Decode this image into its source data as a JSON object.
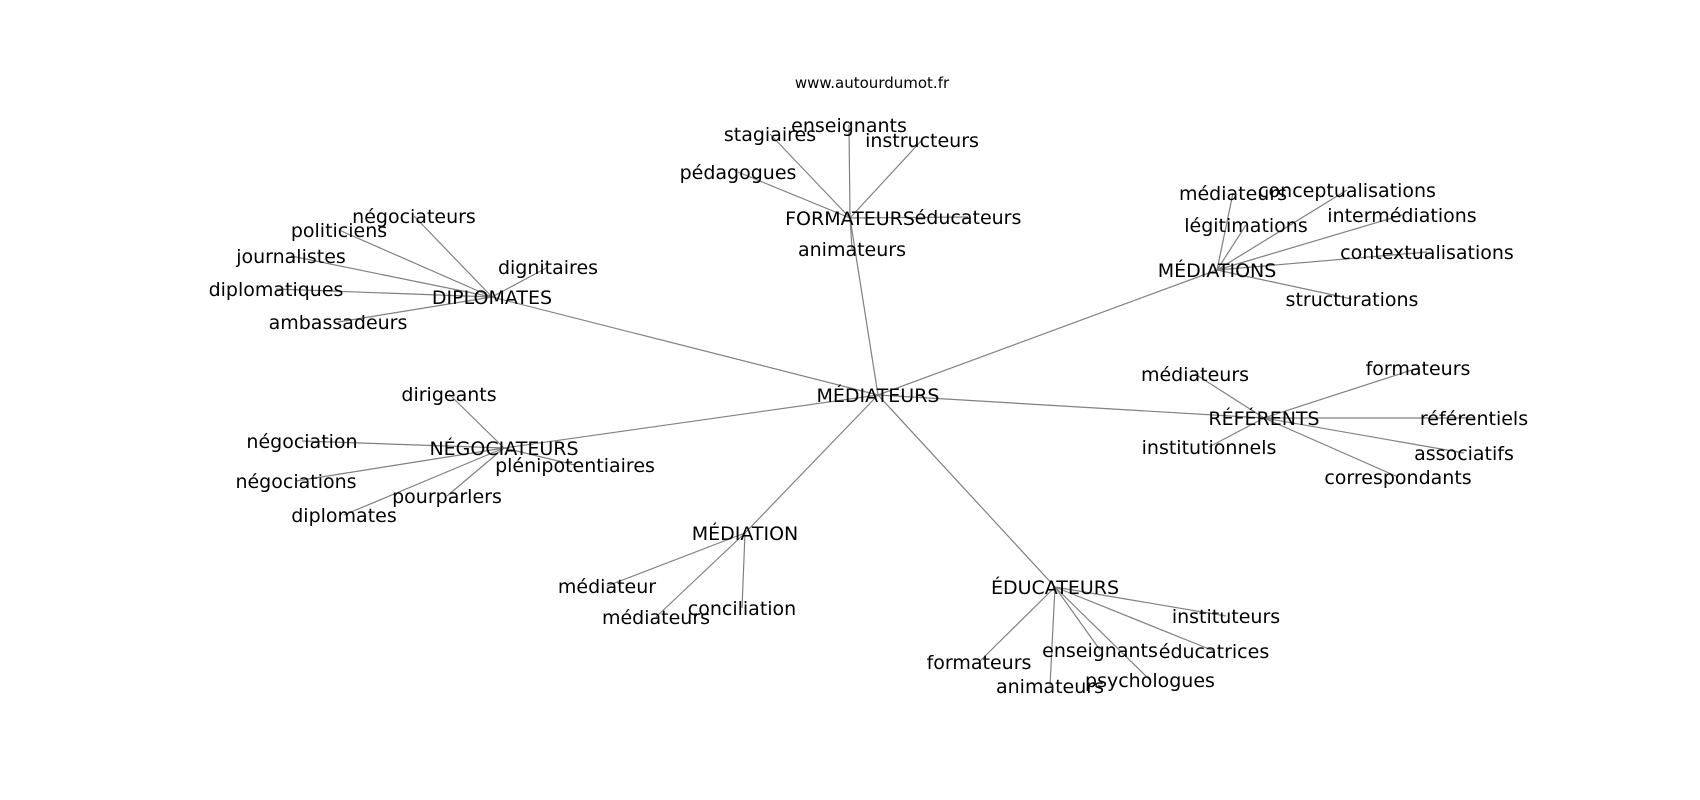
{
  "source": "www.autourdumot.fr",
  "root": "MÉDIATEURS",
  "clusters": [
    {
      "label": "FORMATEURS",
      "words": [
        "stagiaires",
        "enseignants",
        "instructeurs",
        "pédagogues",
        "éducateurs",
        "animateurs"
      ]
    },
    {
      "label": "MÉDIATIONS",
      "words": [
        "médiateurs",
        "conceptualisations",
        "légitimations",
        "intermédiations",
        "contextualisations",
        "structurations"
      ]
    },
    {
      "label": "DIPLOMATES",
      "words": [
        "négociateurs",
        "politiciens",
        "journalistes",
        "diplomatiques",
        "ambassadeurs",
        "dignitaires"
      ]
    },
    {
      "label": "RÉFÉRENTS",
      "words": [
        "médiateurs",
        "formateurs",
        "référentiels",
        "institutionnels",
        "associatifs",
        "correspondants"
      ]
    },
    {
      "label": "NÉGOCIATEURS",
      "words": [
        "dirigeants",
        "négociation",
        "plénipotentiaires",
        "négociations",
        "pourparlers",
        "diplomates"
      ]
    },
    {
      "label": "MÉDIATION",
      "words": [
        "médiateur",
        "médiateurs",
        "conciliation"
      ]
    },
    {
      "label": "ÉDUCATEURS",
      "words": [
        "instituteurs",
        "enseignants",
        "éducatrices",
        "formateurs",
        "animateurs",
        "psychologues"
      ]
    }
  ]
}
